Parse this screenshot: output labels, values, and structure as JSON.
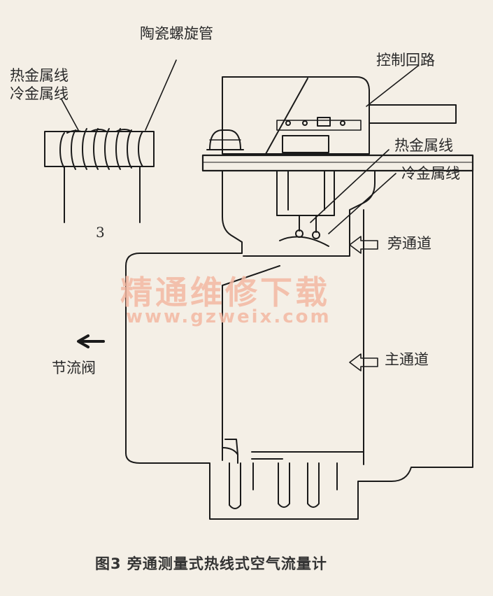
{
  "labels": {
    "ceramic_tube": "陶瓷螺旋管",
    "hot_wire_small": "热金属线",
    "cold_wire_small": "冷金属线",
    "figure_number": "3",
    "control_circuit": "控制回路",
    "hot_wire": "热金属线",
    "cold_wire": "冷金属线",
    "bypass_channel": "旁通道",
    "main_channel": "主通道",
    "throttle": "节流阀"
  },
  "watermark": {
    "text": "精通维修下载",
    "url": "www.gzweix.com",
    "color": "#f3b8a2"
  },
  "caption": "图3  旁通测量式热线式空气流量计",
  "colors": {
    "line": "#1a1a1a",
    "background": "#f4efe6"
  }
}
